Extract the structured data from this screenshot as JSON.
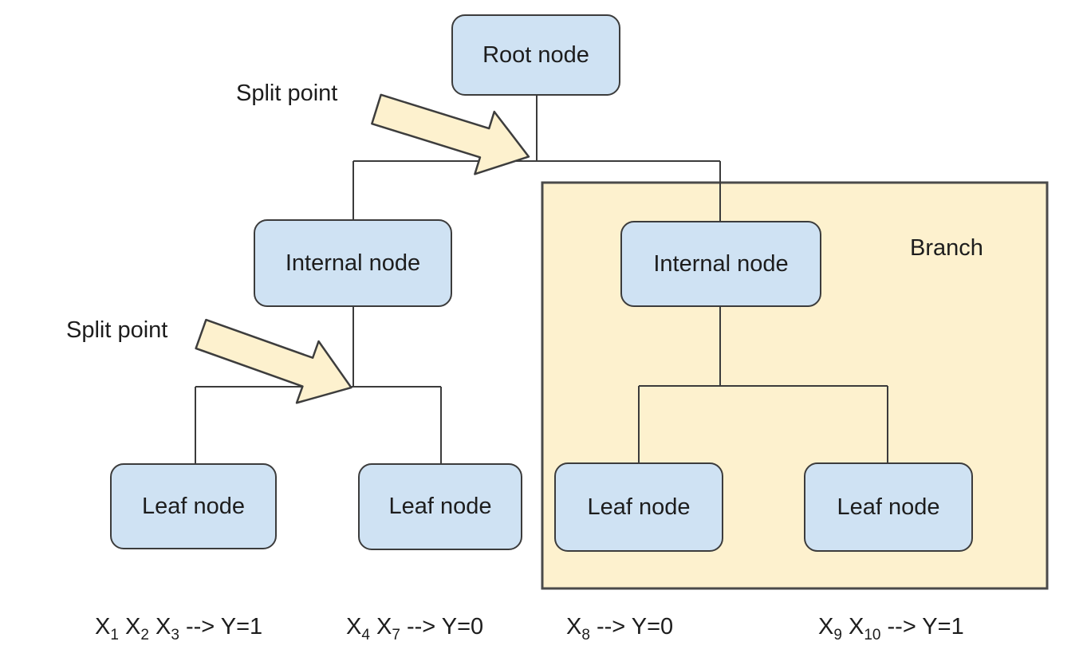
{
  "diagram_type": "decision-tree",
  "colors": {
    "node_fill": "#cfe2f3",
    "node_border": "#3c3c3c",
    "branch_fill": "#fdf1ce",
    "branch_border": "#4a4a4a",
    "arrow_fill": "#fdf1ce",
    "arrow_border": "#3d3d3d",
    "line": "#3b3b3b",
    "text": "#1d1d1d",
    "bg": "#ffffff"
  },
  "nodes": {
    "root": {
      "label": "Root node"
    },
    "internal_left": {
      "label": "Internal node"
    },
    "internal_right": {
      "label": "Internal node"
    },
    "leaf_far_left": {
      "label": "Leaf node"
    },
    "leaf_mid_left": {
      "label": "Leaf node"
    },
    "leaf_mid_right": {
      "label": "Leaf node"
    },
    "leaf_far_right": {
      "label": "Leaf node"
    }
  },
  "annotations": {
    "split_point_top": "Split point",
    "split_point_lower": "Split point",
    "branch": "Branch"
  },
  "outcomes": [
    {
      "runs": [
        {
          "t": "X"
        },
        {
          "s": "1"
        },
        {
          "t": " X"
        },
        {
          "s": "2"
        },
        {
          "t": " X"
        },
        {
          "s": "3"
        },
        {
          "t": " --> Y=1"
        }
      ]
    },
    {
      "runs": [
        {
          "t": "X"
        },
        {
          "s": "4"
        },
        {
          "t": " X"
        },
        {
          "s": "7"
        },
        {
          "t": " --> Y=0"
        }
      ]
    },
    {
      "runs": [
        {
          "t": "X"
        },
        {
          "s": "8"
        },
        {
          "t": " --> Y=0"
        }
      ]
    },
    {
      "runs": [
        {
          "t": "X"
        },
        {
          "s": "9"
        },
        {
          "t": " X"
        },
        {
          "s": "10"
        },
        {
          "t": " --> Y=1"
        }
      ]
    }
  ]
}
